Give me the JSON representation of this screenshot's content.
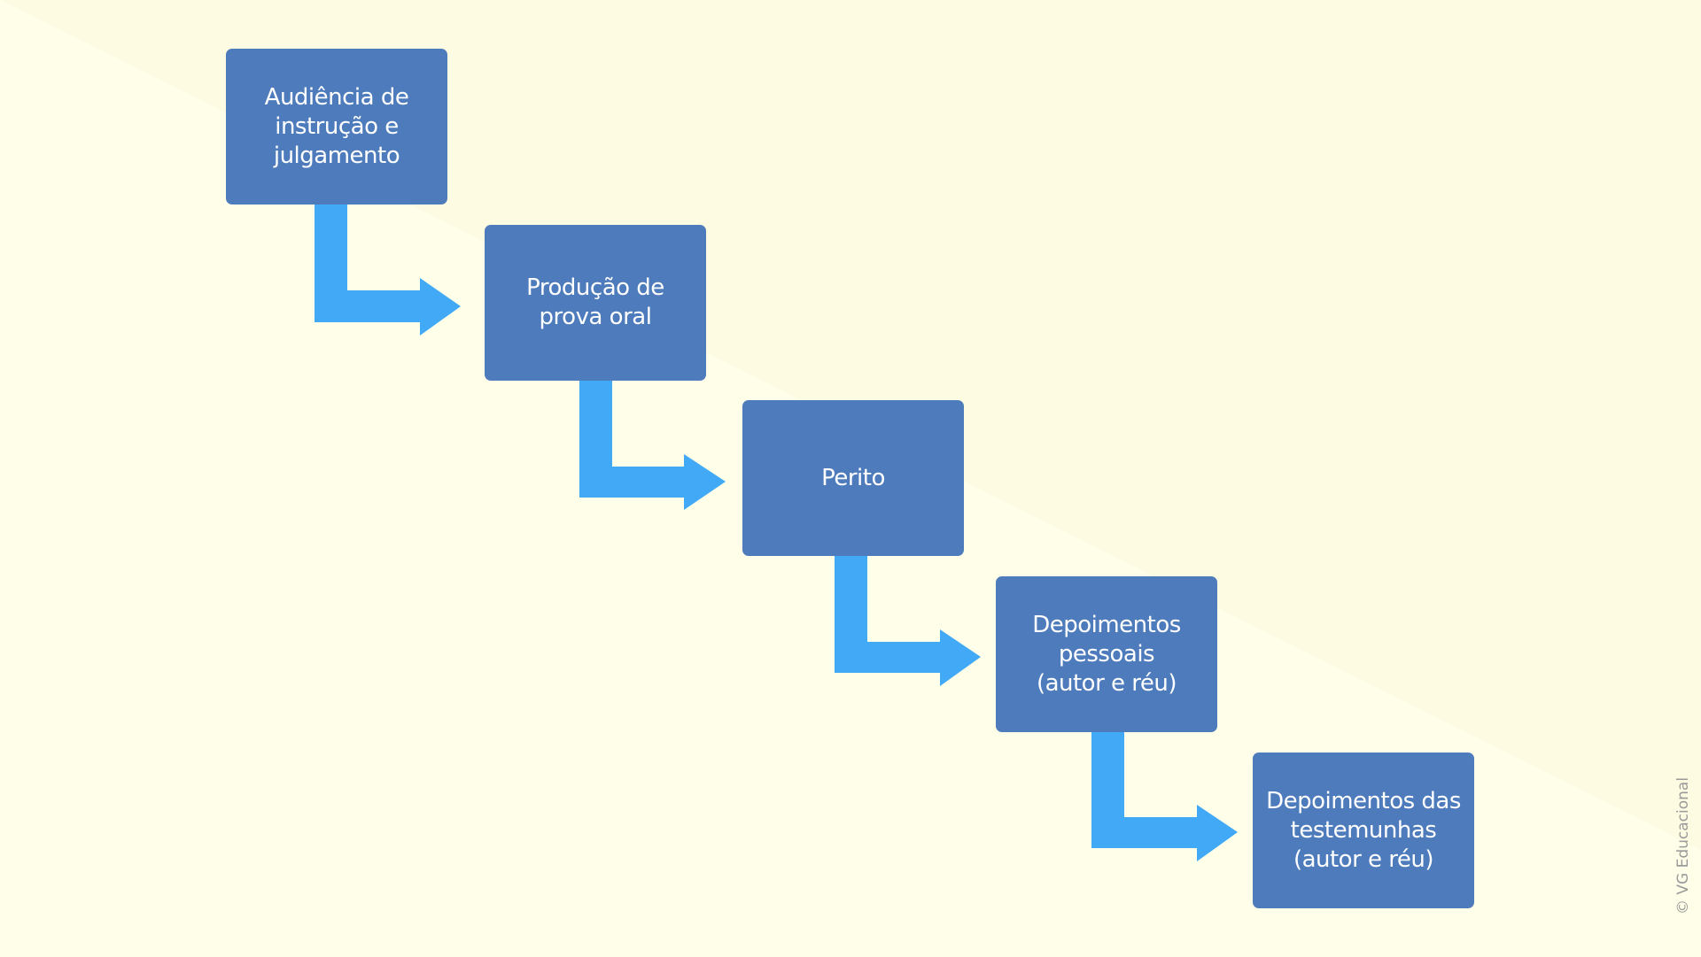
{
  "diagram": {
    "type": "staircase-flow",
    "colors": {
      "background_light": "#fefee9",
      "background_band": "#fdfbe2",
      "box_fill": "#4d7bbb",
      "box_text": "#ffffff",
      "arrow_fill": "#41a9f5",
      "credit_text": "#9a9a9a"
    },
    "steps": [
      {
        "id": "audiencia",
        "label": "Audiência de\ninstrução e\njulgamento"
      },
      {
        "id": "producao",
        "label": "Produção de\nprova oral"
      },
      {
        "id": "perito",
        "label": "Perito"
      },
      {
        "id": "depoimentos-pessoais",
        "label": "Depoimentos\npessoais\n(autor e réu)"
      },
      {
        "id": "depoimentos-testemunhas",
        "label": "Depoimentos das\ntestemunhas\n(autor e réu)"
      }
    ],
    "connectors": [
      {
        "from": "audiencia",
        "to": "producao",
        "icon": "elbow-arrow-icon"
      },
      {
        "from": "producao",
        "to": "perito",
        "icon": "elbow-arrow-icon"
      },
      {
        "from": "perito",
        "to": "depoimentos-pessoais",
        "icon": "elbow-arrow-icon"
      },
      {
        "from": "depoimentos-pessoais",
        "to": "depoimentos-testemunhas",
        "icon": "elbow-arrow-icon"
      }
    ]
  },
  "credit": "© VG Educacional"
}
